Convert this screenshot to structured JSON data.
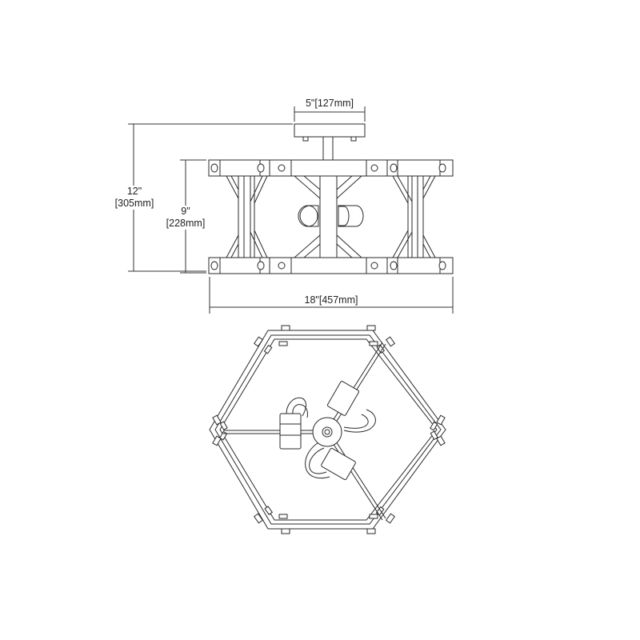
{
  "diagram": {
    "title": "Semi-flush mount fixture dimension drawing",
    "views": [
      "side-elevation",
      "bottom-plan"
    ],
    "dimensions": {
      "canopy_width": "5\"[127mm]",
      "overall_height_in": "12\"",
      "overall_height_mm": "[305mm]",
      "body_height_in": "9\"",
      "body_height_mm": "[228mm]",
      "overall_width": "18\"[457mm]"
    },
    "colors": {
      "line": "#2a2a2a",
      "background": "#ffffff"
    }
  }
}
